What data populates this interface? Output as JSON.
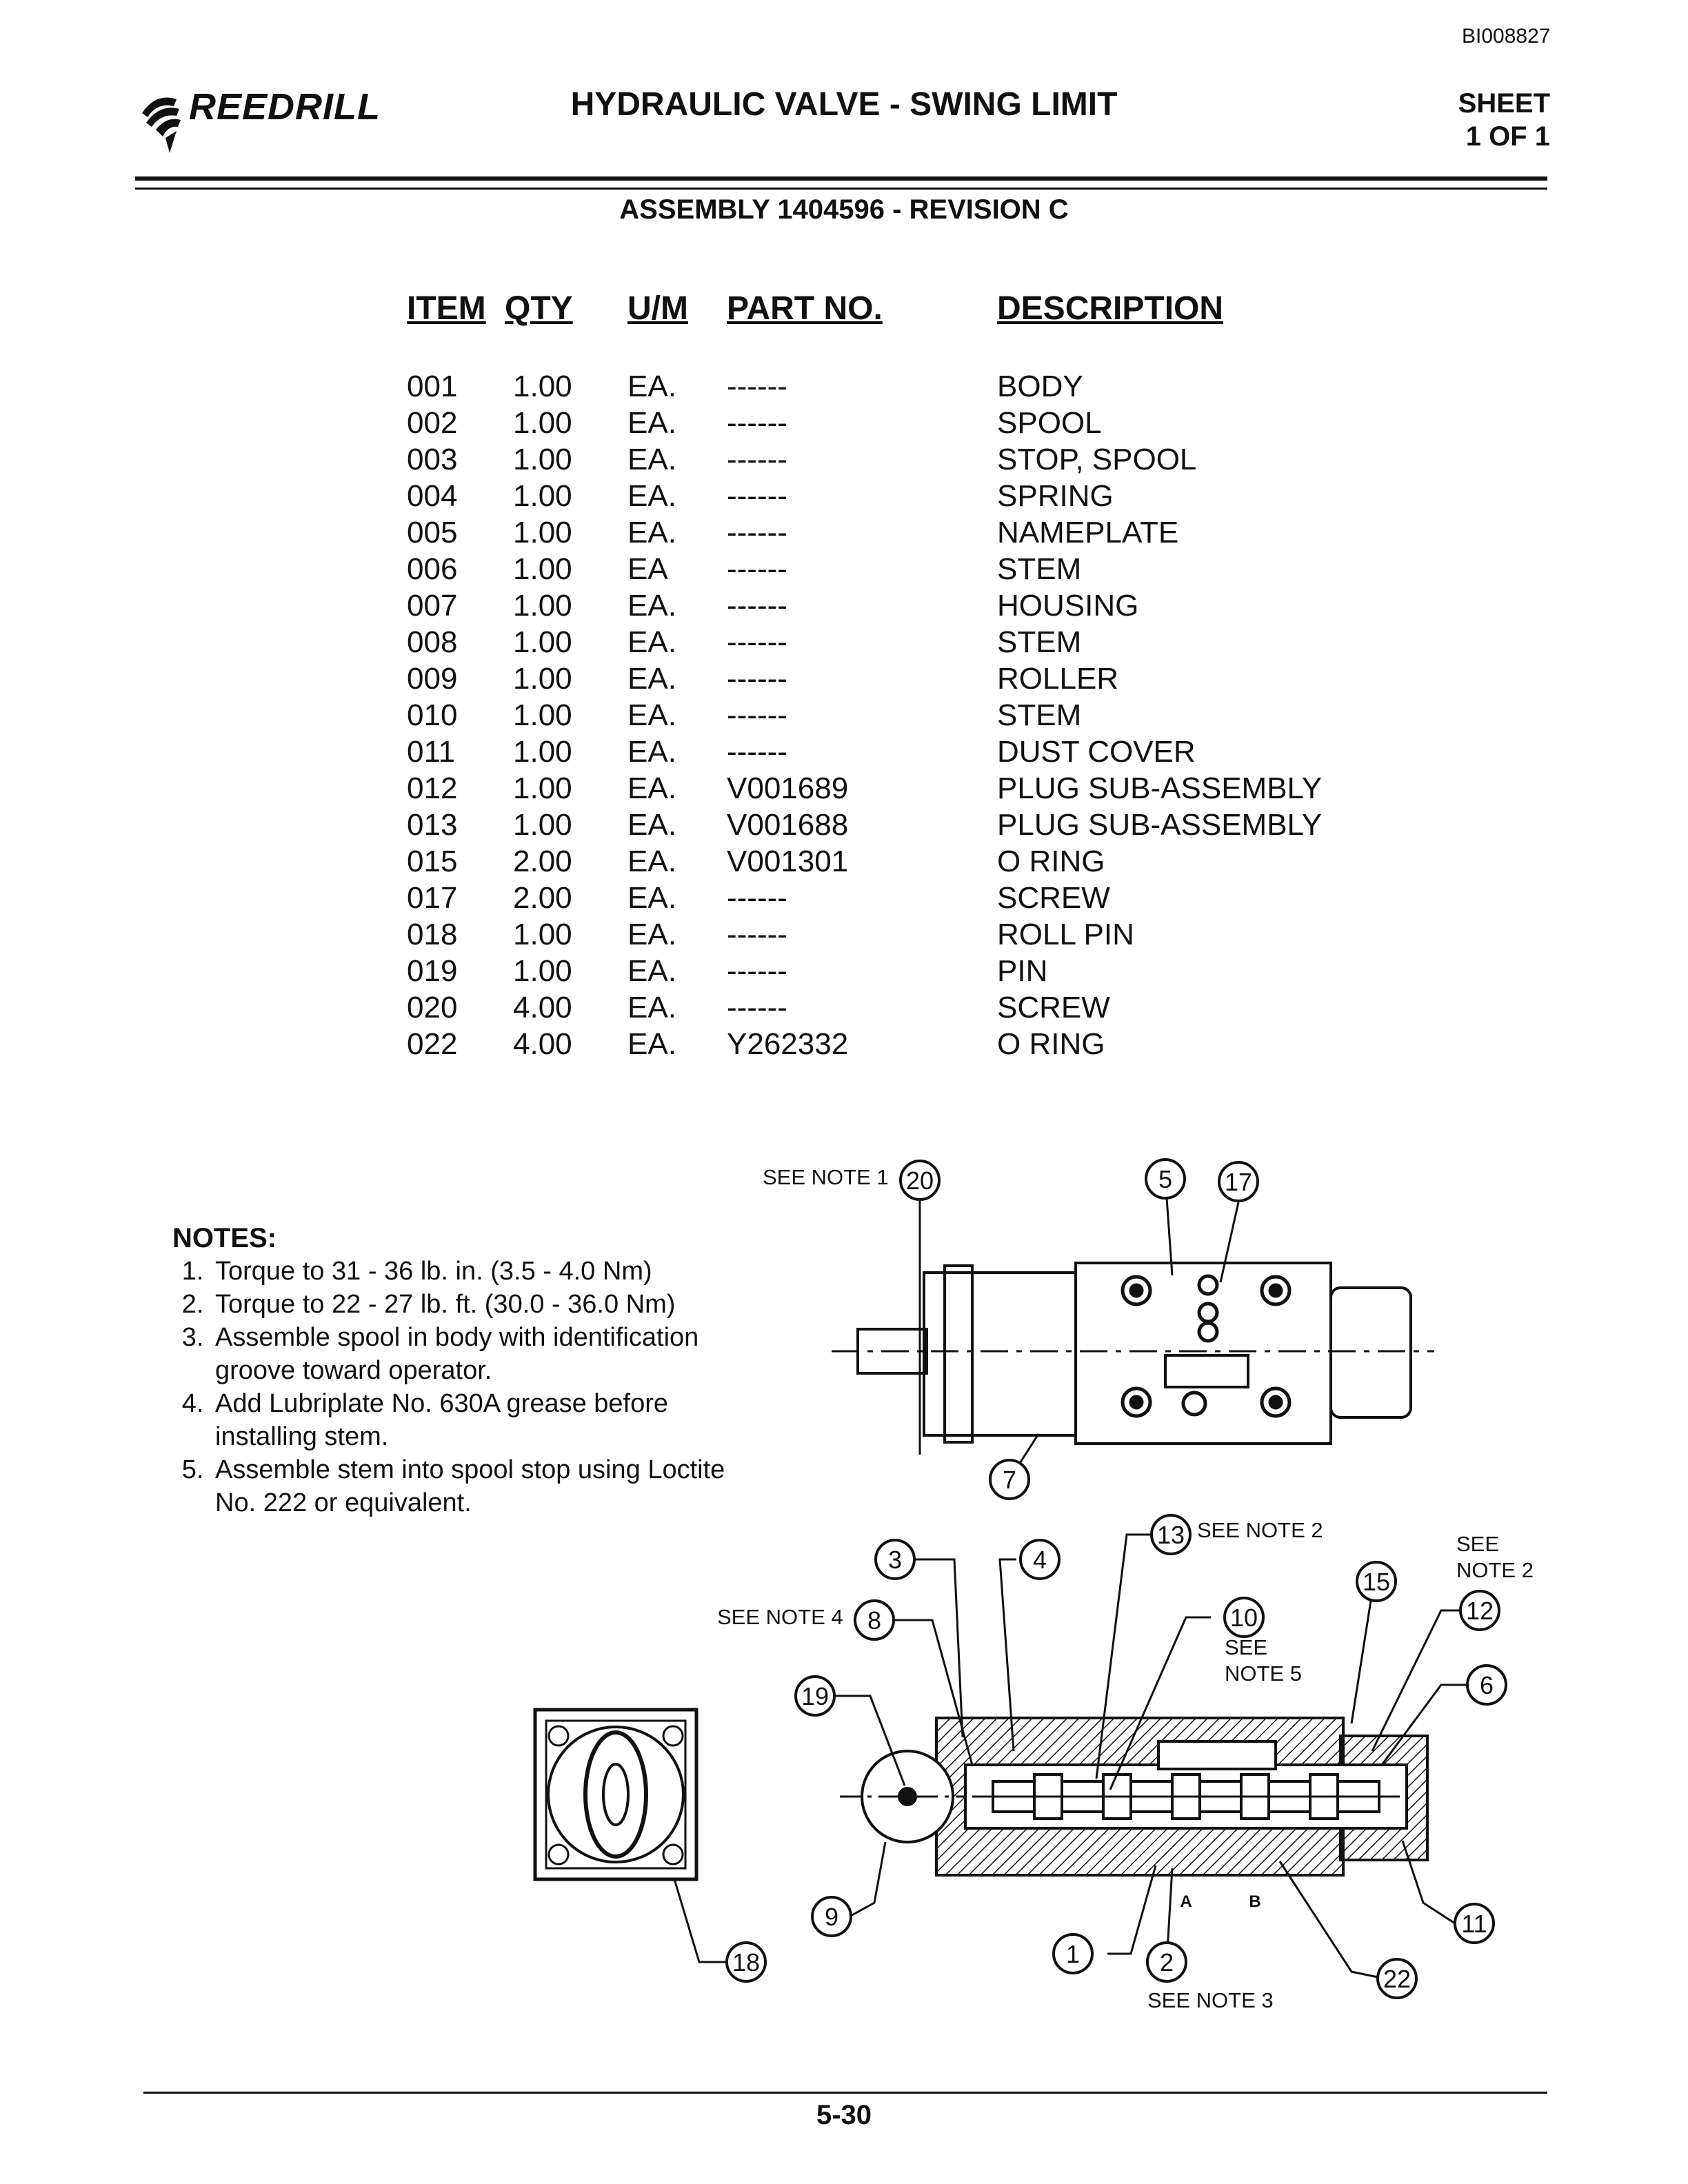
{
  "doc_id": "BI008827",
  "brand": "REEDRILL",
  "title": "HYDRAULIC VALVE - SWING LIMIT",
  "sheet": {
    "line1": "SHEET",
    "line2": "1 OF 1"
  },
  "assembly": "ASSEMBLY 1404596 - REVISION C",
  "table": {
    "headers": {
      "item": "ITEM",
      "qty": "QTY",
      "um": "U/M",
      "part": "PART NO.",
      "desc": "DESCRIPTION"
    },
    "rows": [
      {
        "item": "001",
        "qty": "1.00",
        "um": "EA.",
        "part": "------",
        "desc": "BODY"
      },
      {
        "item": "002",
        "qty": "1.00",
        "um": "EA.",
        "part": "------",
        "desc": "SPOOL"
      },
      {
        "item": "003",
        "qty": "1.00",
        "um": "EA.",
        "part": "------",
        "desc": "STOP, SPOOL"
      },
      {
        "item": "004",
        "qty": "1.00",
        "um": "EA.",
        "part": "------",
        "desc": "SPRING"
      },
      {
        "item": "005",
        "qty": "1.00",
        "um": "EA.",
        "part": "------",
        "desc": "NAMEPLATE"
      },
      {
        "item": "006",
        "qty": "1.00",
        "um": "EA",
        "part": "------",
        "desc": "STEM"
      },
      {
        "item": "007",
        "qty": "1.00",
        "um": "EA.",
        "part": "------",
        "desc": "HOUSING"
      },
      {
        "item": "008",
        "qty": "1.00",
        "um": "EA.",
        "part": "------",
        "desc": "STEM"
      },
      {
        "item": "009",
        "qty": "1.00",
        "um": "EA.",
        "part": "------",
        "desc": "ROLLER"
      },
      {
        "item": "010",
        "qty": "1.00",
        "um": "EA.",
        "part": "------",
        "desc": "STEM"
      },
      {
        "item": "011",
        "qty": "1.00",
        "um": "EA.",
        "part": "------",
        "desc": "DUST COVER"
      },
      {
        "item": "012",
        "qty": "1.00",
        "um": "EA.",
        "part": "V001689",
        "desc": "PLUG SUB-ASSEMBLY"
      },
      {
        "item": "013",
        "qty": "1.00",
        "um": "EA.",
        "part": "V001688",
        "desc": "PLUG SUB-ASSEMBLY"
      },
      {
        "item": "015",
        "qty": "2.00",
        "um": "EA.",
        "part": "V001301",
        "desc": "O RING"
      },
      {
        "item": "017",
        "qty": "2.00",
        "um": "EA.",
        "part": "------",
        "desc": "SCREW"
      },
      {
        "item": "018",
        "qty": "1.00",
        "um": "EA.",
        "part": "------",
        "desc": "ROLL PIN"
      },
      {
        "item": "019",
        "qty": "1.00",
        "um": "EA.",
        "part": "------",
        "desc": "PIN"
      },
      {
        "item": "020",
        "qty": "4.00",
        "um": "EA.",
        "part": "------",
        "desc": "SCREW"
      },
      {
        "item": "022",
        "qty": "4.00",
        "um": "EA.",
        "part": "Y262332",
        "desc": "O RING"
      }
    ]
  },
  "notes": {
    "title": "NOTES:",
    "items": [
      "Torque to 31 - 36 lb. in. (3.5 - 4.0 Nm)",
      "Torque to 22 - 27 lb. ft. (30.0 - 36.0 Nm)",
      "Assemble spool in body with identification groove toward operator.",
      "Add Lubriplate No. 630A grease before installing stem.",
      "Assemble stem into spool stop using Loctite No. 222 or equivalent."
    ]
  },
  "diagram": {
    "callouts": {
      "c1": "1",
      "c2": "2",
      "c3": "3",
      "c4": "4",
      "c5": "5",
      "c6": "6",
      "c7": "7",
      "c8": "8",
      "c9": "9",
      "c10": "10",
      "c11": "11",
      "c12": "12",
      "c13": "13",
      "c15": "15",
      "c17": "17",
      "c18": "18",
      "c19": "19",
      "c20": "20",
      "c22": "22"
    },
    "labels": {
      "see_note_1": "SEE NOTE 1",
      "see_note_2": "SEE NOTE 2",
      "see_note_2b_line1": "SEE",
      "see_note_2b_line2": "NOTE 2",
      "see_note_3": "SEE NOTE 3",
      "see_note_4": "SEE NOTE 4",
      "see_note_5_line1": "SEE",
      "see_note_5_line2": "NOTE 5",
      "port_a": "A",
      "port_b": "B"
    }
  },
  "page_number": "5-30"
}
